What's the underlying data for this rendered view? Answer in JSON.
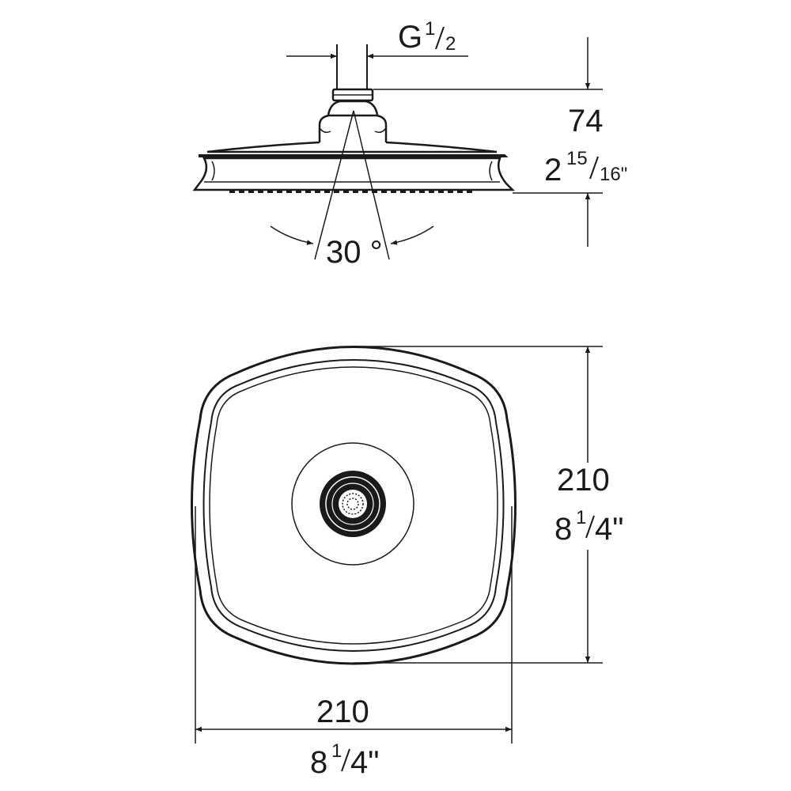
{
  "side_view": {
    "thread_prefix": "G",
    "thread_num": "1",
    "thread_den": "2",
    "height_mm": "74",
    "height_in_whole": "2",
    "height_in_num": "15",
    "height_in_den": "16\"",
    "angle": "30 °"
  },
  "top_view": {
    "depth_mm": "210",
    "depth_in_whole": "8",
    "depth_in_num": "1",
    "depth_in_den": "4\"",
    "width_mm": "210",
    "width_in_whole": "8",
    "width_in_num": "1",
    "width_in_den": "4\""
  }
}
